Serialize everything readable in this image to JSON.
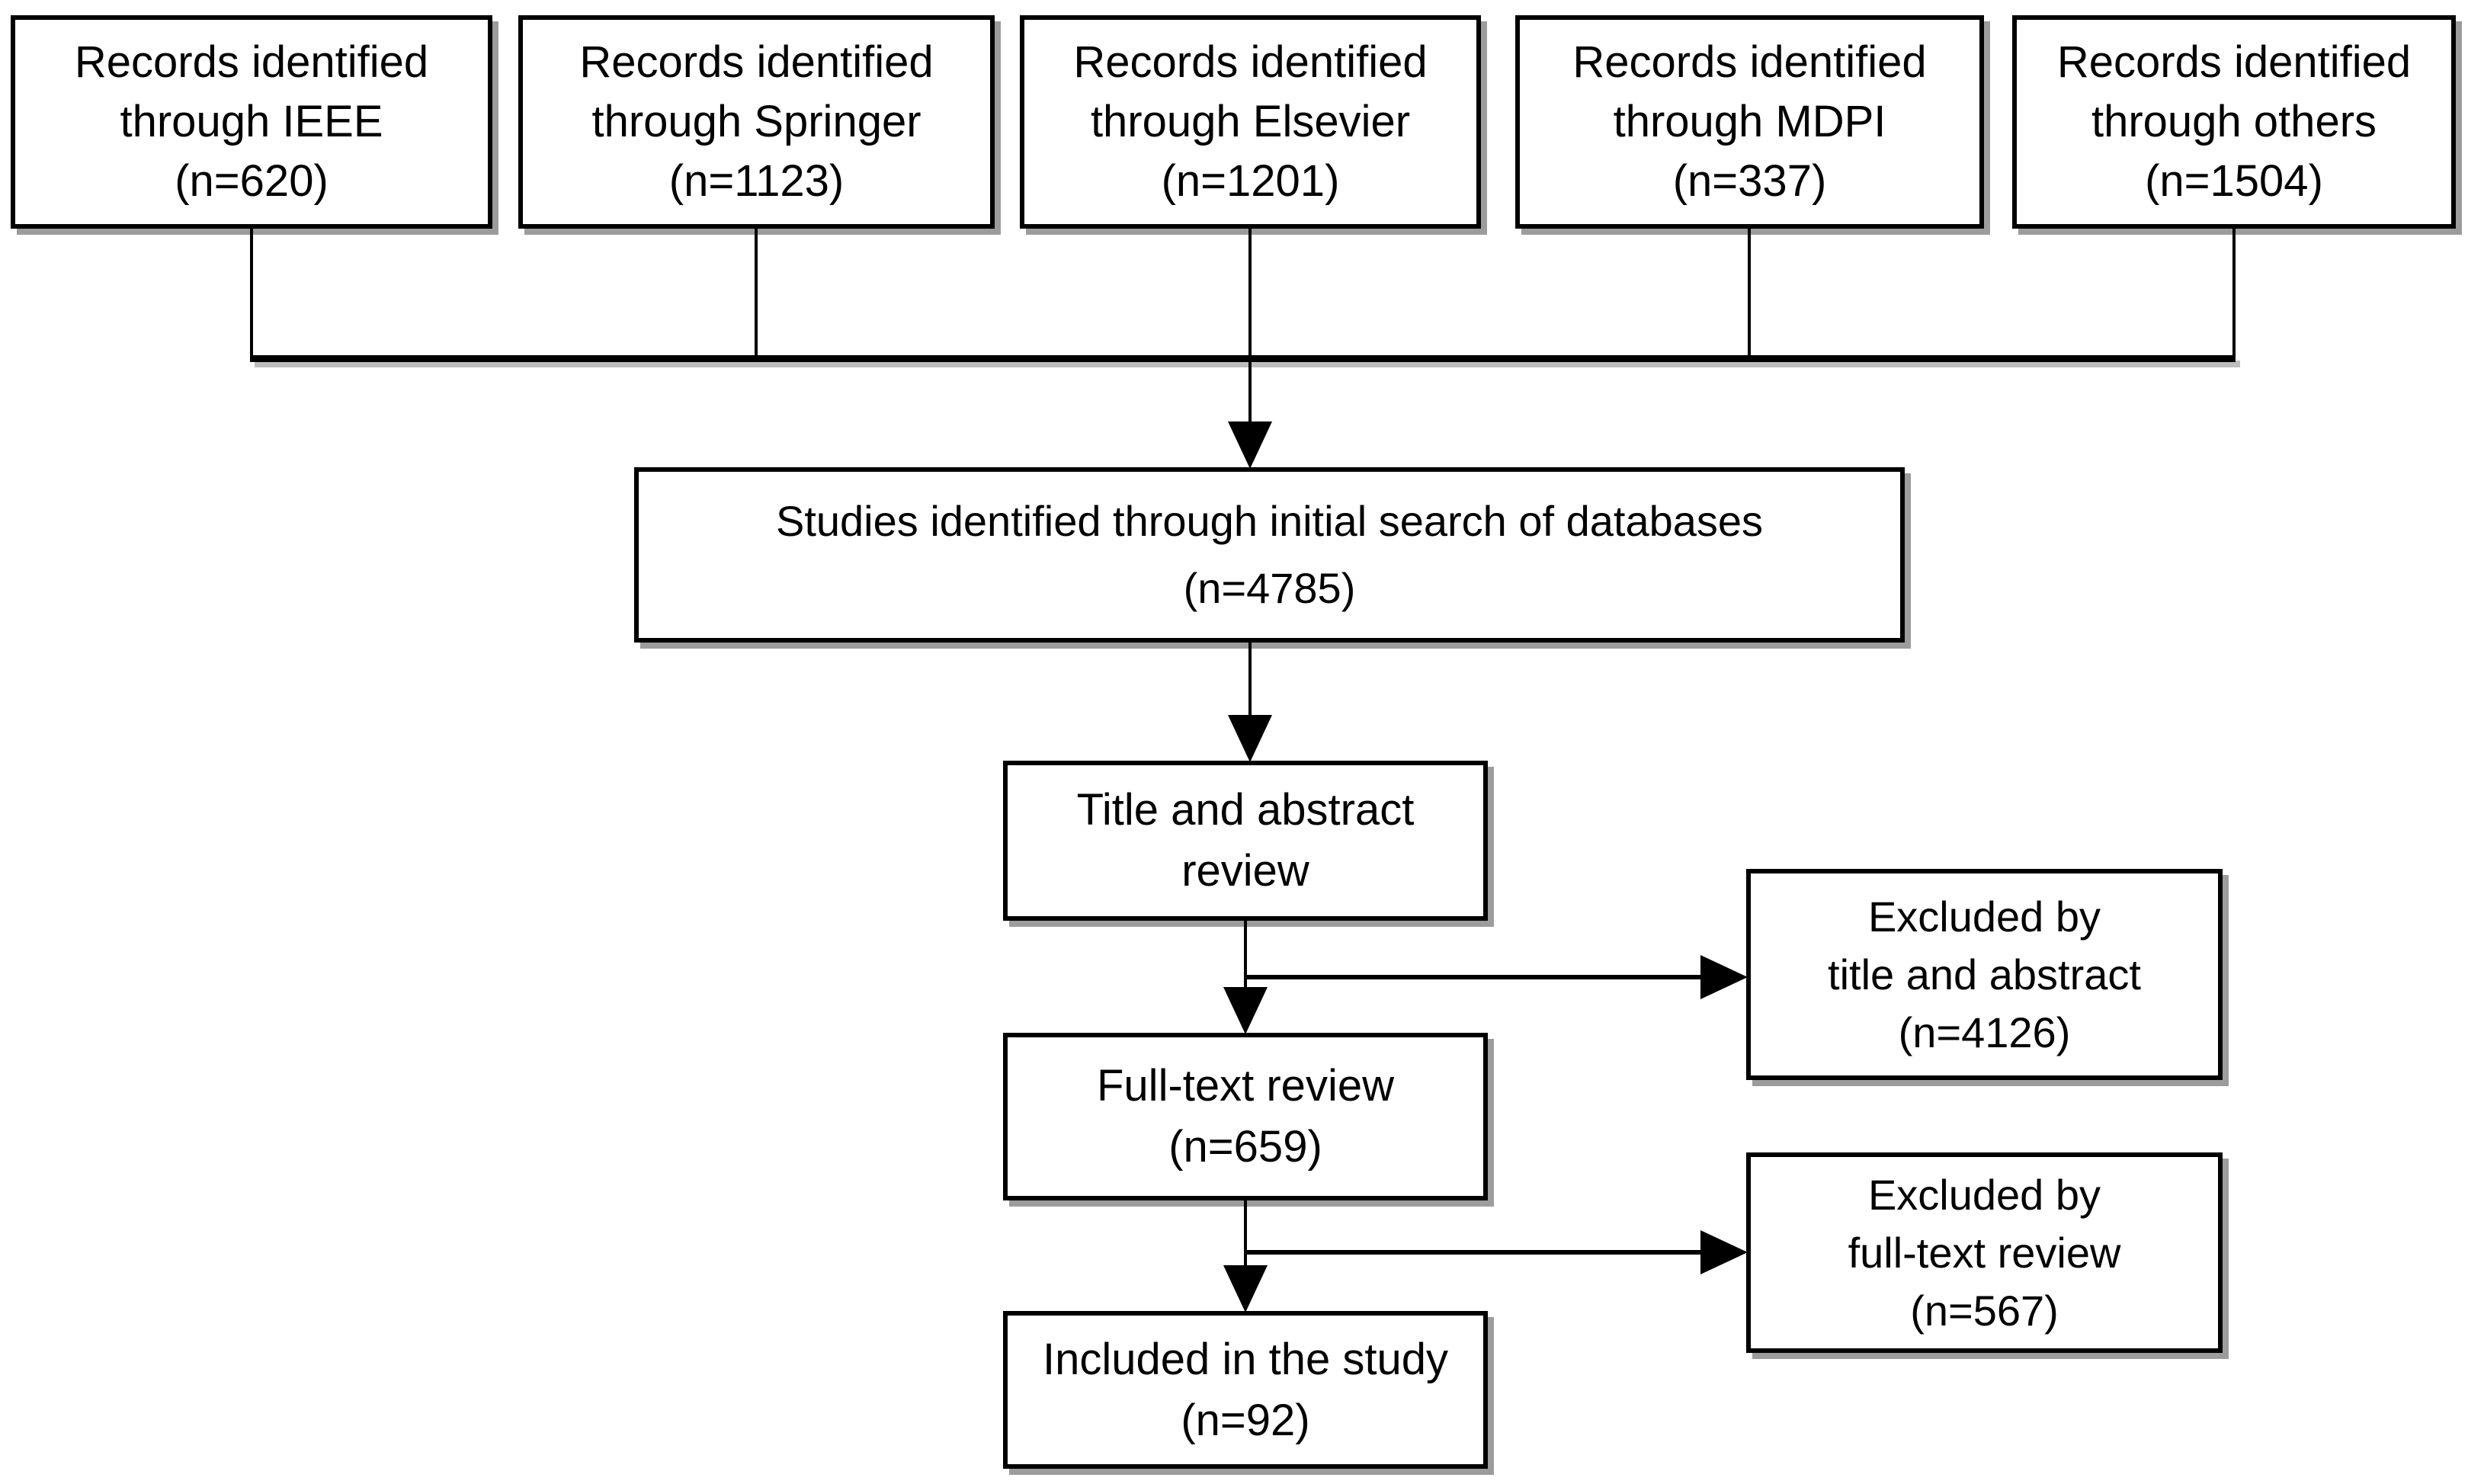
{
  "colors": {
    "line": "#000000",
    "text": "#000000",
    "background": "#ffffff",
    "box_shadow": "#9c9c9c",
    "line_shadow": "#bdbdbd"
  },
  "flowchart": {
    "sources": [
      {
        "lines": [
          "Records identified",
          "through IEEE",
          "(n=620)"
        ]
      },
      {
        "lines": [
          "Records identified",
          "through Springer",
          "(n=1123)"
        ]
      },
      {
        "lines": [
          "Records identified",
          "through Elsevier",
          "(n=1201)"
        ]
      },
      {
        "lines": [
          "Records identified",
          "through MDPI",
          "(n=337)"
        ]
      },
      {
        "lines": [
          "Records identified",
          "through others",
          "(n=1504)"
        ]
      }
    ],
    "pooled": {
      "lines": [
        "Studies identified through initial search of databases",
        "(n=4785)"
      ]
    },
    "title_abstract_review": {
      "lines": [
        "Title and abstract",
        "review"
      ]
    },
    "excluded_title_abstract": {
      "lines": [
        "Excluded by",
        "title and abstract",
        "(n=4126)"
      ]
    },
    "full_text_review": {
      "lines": [
        "Full-text review",
        "(n=659)"
      ]
    },
    "excluded_full_text": {
      "lines": [
        "Excluded by",
        "full-text review",
        "(n=567)"
      ]
    },
    "included": {
      "lines": [
        "Included in the study",
        "(n=92)"
      ]
    }
  }
}
